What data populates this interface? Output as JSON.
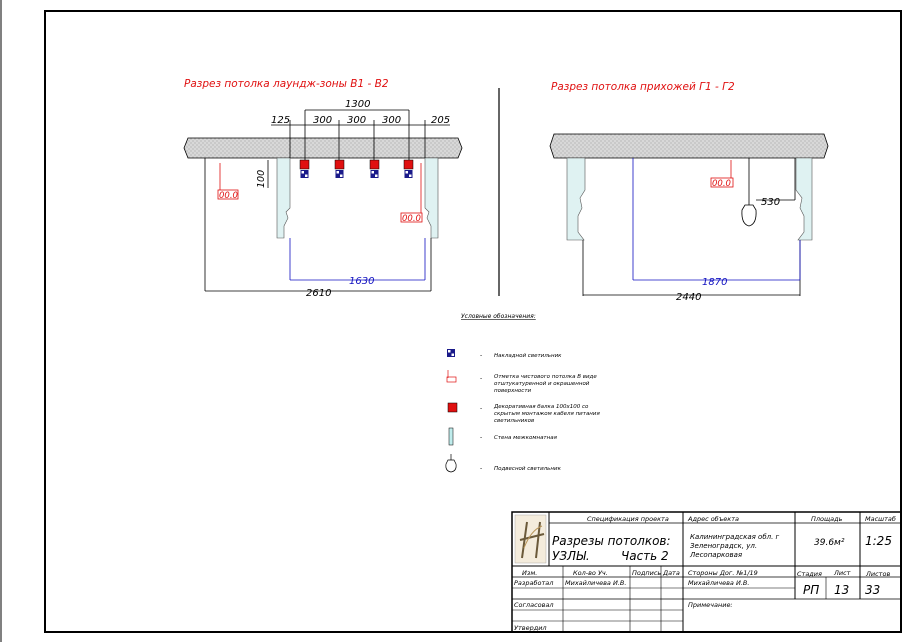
{
  "drawing": {
    "section_left_title": "Разрез потолка лаундж-зоны В1 - В2",
    "section_right_title": "Разрез потолка прихожей  Г1 - Г2",
    "dims_left": {
      "total_top": "1300",
      "d1": "125",
      "d2": "300",
      "d3": "300",
      "d4": "300",
      "d5": "205",
      "height": "100",
      "blue": "1630",
      "bottom": "2610",
      "level_a": "00.0",
      "level_b": "00.0"
    },
    "dims_right": {
      "pendant": "530",
      "blue": "1870",
      "bottom": "2440",
      "level": "00.0"
    }
  },
  "legend": {
    "title": "Условные обозначения:",
    "items": [
      {
        "dash": "-",
        "text": "Накладной светильник"
      },
      {
        "dash": "-",
        "text": "Отметка чистового потолка В виде",
        "text2": "отштукатуренной и окрашенной",
        "text3": "поверхности"
      },
      {
        "dash": "-",
        "text": "Декоративная балка 100х100 со",
        "text2": "скрытым монтажом кабеля питания",
        "text3": "светильников"
      },
      {
        "dash": "-",
        "text": "Стена межкомнатная"
      },
      {
        "dash": "-",
        "text": "Подвесной светильник"
      }
    ]
  },
  "stamp": {
    "spec_header": "Спецификация проекта",
    "address_header": "Адрес объекта",
    "area_header": "Площадь",
    "scale_header": "Масштаб",
    "title_line1": "Разрезы потолков:",
    "title_line2": "УЗЛЫ.",
    "title_line3": "Часть 2",
    "address_line1": "Калининградская обл. г",
    "address_line2": "Зеленоградск, ул.",
    "address_line3": "Лесопарковая",
    "area_value": "39.6м²",
    "scale_value": "1:25",
    "col_izm": "Изм.",
    "col_kol": "Кол-во Уч.",
    "col_podpis": "Подпись",
    "col_data": "Дата",
    "col_sides": "Стороны Дог. №1/19",
    "col_stadia": "Стадия",
    "col_list": "Лист",
    "col_listov": "Листов",
    "row_razrab_label": "Разработал",
    "row_razrab_name": "Михайличева И.В.",
    "row_sides_name": "Михайличева И.В.",
    "stadia_value": "РП",
    "list_value": "13",
    "listov_value": "33",
    "row_soglas": "Согласовал",
    "row_utverd": "Утвердил",
    "notes_label": "Примечание:"
  }
}
